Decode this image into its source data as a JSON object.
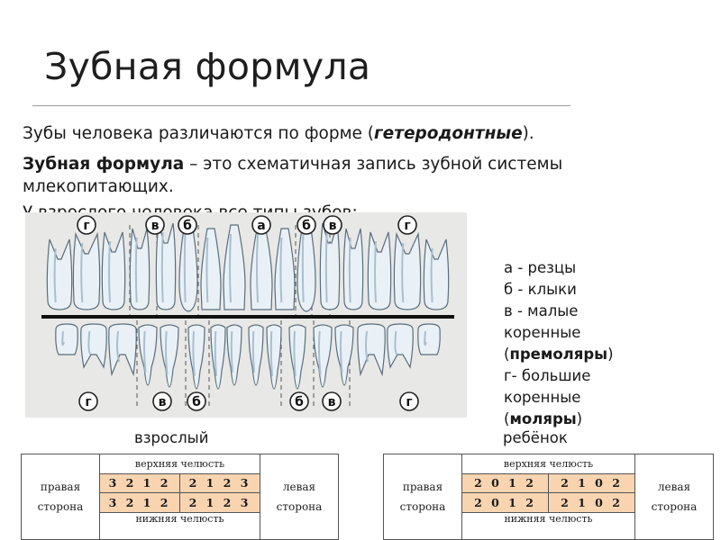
{
  "slide": {
    "title": "Зубная формула",
    "intro_before": "Зубы человека различаются по форме (",
    "intro_term": "гетеродонтные",
    "intro_after": ").",
    "def_term": "Зубная формула",
    "def_rest": " – это схематичная запись зубной системы млекопитающих.",
    "partial_line": "У взрослого человека все типы зубов:"
  },
  "diagram": {
    "top_labels": [
      "г",
      "в",
      "б",
      "а",
      "б",
      "в",
      "г"
    ],
    "bottom_labels": [
      "г",
      "в",
      "б",
      "б",
      "в",
      "г"
    ],
    "colors": {
      "background": "#e8e8e6",
      "tooth": "#e9f1f7",
      "tooth_shade": "#a9bfcf",
      "outline": "#5a6e7d"
    }
  },
  "legend": {
    "a": "а -  резцы",
    "b": "б  - клыки",
    "v1": "в  - малые",
    "v2": "коренные",
    "v3_open": "(",
    "v3_term": "премоляры",
    "v3_close": ")",
    "g1": "г- большие",
    "g2": "коренные",
    "g3_open": "(",
    "g3_term": "моляры",
    "g3_close": ")"
  },
  "adult": {
    "caption": "взрослый",
    "right_side": "правая сторона",
    "left_side": "левая сторона",
    "upper_jaw": "верхняя челюсть",
    "lower_jaw": "нижняя челюсть",
    "upper_left": "3 2 1 2",
    "upper_right": "2 1 2 3",
    "lower_left": "3 2 1 2",
    "lower_right": "2 1 2 3"
  },
  "child": {
    "caption": "ребёнок",
    "right_side": "правая сторона",
    "left_side": "левая сторона",
    "upper_jaw": "верхняя челюсть",
    "lower_jaw": "нижняя челюсть",
    "upper_left": "2 0 1 2",
    "upper_right": "2 1 0 2",
    "lower_left": "2 0 1 2",
    "lower_right": "2 1 0 2"
  },
  "colors": {
    "highlight": "#f8d4b1",
    "rule": "#9a9a9a"
  }
}
